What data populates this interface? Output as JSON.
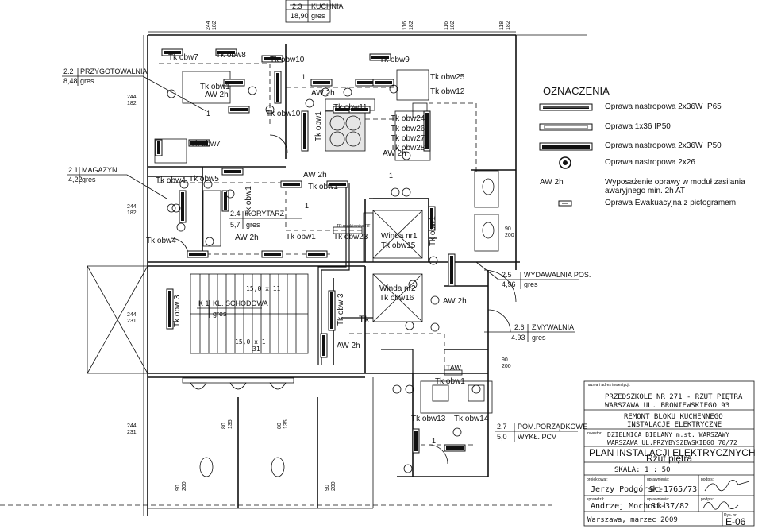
{
  "rooms": {
    "kuchnia": {
      "num": "2.3",
      "name": "KUCHNIA",
      "area": "18,90",
      "floor": "gres"
    },
    "przygotowalnia": {
      "num": "2.2",
      "name": "PRZYGOTOWALNIA",
      "area": "8,48",
      "floor": "gres"
    },
    "magazyn": {
      "num": "2.1",
      "name": "MAGAZYN",
      "area": "4,22",
      "floor": "gres"
    },
    "korytarz": {
      "num": "2.4",
      "name": "KORYTARZ",
      "area": "5,7",
      "floor": "gres"
    },
    "schody": {
      "num": "K 1",
      "name": "KL. SCHODOWA",
      "floor": "gres"
    },
    "wydawalnia": {
      "num": "2.5",
      "name": "WYDAWALNIA POS.",
      "area": "4,96",
      "floor": "gres"
    },
    "zmywalnia": {
      "num": "2.6",
      "name": "ZMYWALNIA",
      "area": "4.93",
      "floor": "gres"
    },
    "porzadkowe": {
      "num": "2.7",
      "name": "POM.PORZĄDKOWE",
      "area": "5,0",
      "floor": "WYKŁ. PCV"
    }
  },
  "labels": {
    "winda1": "Winda nr1",
    "winda2": "Winda nr2",
    "tk_obw1": "Tk obw1",
    "tk_obw4": "Tk obw4",
    "tk_obw5": "Tk obw5",
    "tk_obw7": "Tk obw7",
    "tk_obw8": "Tk obw8",
    "tk_obw9": "Tk obw9",
    "tk_obw10": "Tk obw10",
    "tk_obw11": "Tk obw11",
    "tk_obw12": "Tk obw12",
    "tk_obw13": "Tk obw13",
    "tk_obw14": "Tk obw14",
    "tk_obw15": "Tk obw15",
    "tk_obw16": "Tk obw16",
    "tk_obw23": "Tk obw23",
    "tk_obw24": "Tk obw24",
    "tk_obw25": "Tk obw25",
    "tk_obw26": "Tk obw26",
    "tk_obw27": "Tk obw27",
    "tk_obw28": "Tk obw28",
    "tk": "Tk",
    "tk_obw3": "Tk obw 3",
    "aw2h": "AW 2h",
    "one": "1",
    "taw": "TAW",
    "stairs_top": "15,0 x 11",
    "stairs_bot": "15,0 x 1",
    "stairs_bot2": "31",
    "dim_244": "244",
    "dim_182": "182",
    "dim_231": "231",
    "dim_90": "90",
    "dim_200": "200",
    "dim_80": "80",
    "dim_135": "135",
    "dim_116": "116",
    "dim_118": "118",
    "rozdzielnica": "TR rozdzielnica RT"
  },
  "legend": {
    "title": "OZNACZENIA",
    "items": [
      {
        "label": "Oprawa nastropowa 2x36W IP65"
      },
      {
        "label": "Oprawa  1x36 IP50"
      },
      {
        "label": "Oprawa nastropowa 2x36W IP50"
      },
      {
        "label": "Oprawa nastropowa 2x26"
      },
      {
        "code": "AW 2h",
        "label": "Wyposażenie oprawy w moduł zasilania awaryjnego min. 2h AT"
      },
      {
        "label": "Oprawa Ewakuacyjna z pictogramem"
      }
    ]
  },
  "title_block": {
    "investment_label": "nazwa i adres inwestycji:",
    "investment_line1": "PRZEDSZKOLE NR 271 - RZUT PIĘTRA",
    "investment_line2": "WARSZAWA UL. BRONIEWSKIEGO 93",
    "scope_line1": "REMONT BLOKU KUCHENNEGO",
    "scope_line2": "INSTALACJE  ELEKTRYCZNE",
    "investor_label": "inwestor:",
    "investor_line1": "DZIELNICA BIELANY m.st. WARSZAWY",
    "investor_line2": "WARSZAWA UL.PRZYBYSZEWSKIEGO 70/72",
    "drawing_title": "PLAN INSTALACJI ELEKTRYCZNYCH",
    "drawing_subtitle": "Rzut piętra",
    "scale_label": "SKALA:",
    "scale_value": "1 : 50",
    "designer_label": "projektował:",
    "designer_name": "Jerzy Podgórski",
    "designer_perm_label": "uprawnienia:",
    "designer_perm": "St-1765/73",
    "sign_label": "podpis:",
    "checker_label": "sprawdził:",
    "checker_name": "Andrzej Mochocki",
    "checker_perm_label": "uprawnienia:",
    "checker_perm": "St-37/82",
    "sign2_label": "podpis:",
    "date": "Warszawa, marzec 2009",
    "sheet_label": "Rys. nr",
    "sheet_no": "E-06"
  }
}
